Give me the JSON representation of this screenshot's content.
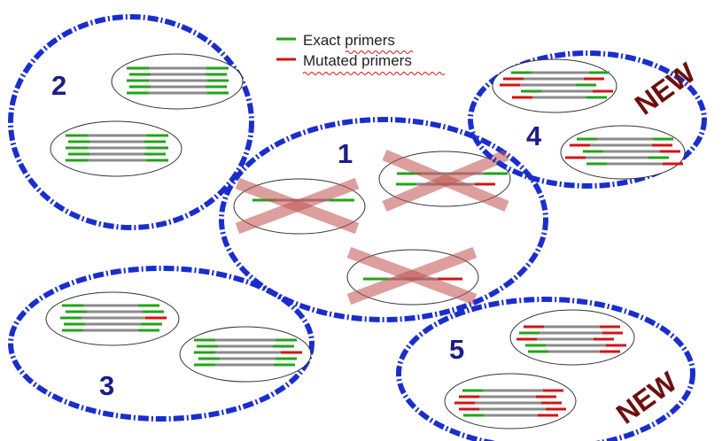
{
  "legend": {
    "exact": {
      "label": "Exact primers",
      "color": "#22a318"
    },
    "mutated": {
      "label": "Mutated primers",
      "color": "#d21414"
    }
  },
  "groups": {
    "g1": {
      "number": "1"
    },
    "g2": {
      "number": "2"
    },
    "g3": {
      "number": "3"
    },
    "g4": {
      "number": "4",
      "badge": "NEW"
    },
    "g5": {
      "number": "5",
      "badge": "NEW"
    }
  },
  "colors": {
    "group_border": "#1a2ecc",
    "template_line": "#8a8a8a",
    "cross": "#c0504d",
    "number": "#1c1c8a",
    "badge": "#6e0f0f"
  }
}
